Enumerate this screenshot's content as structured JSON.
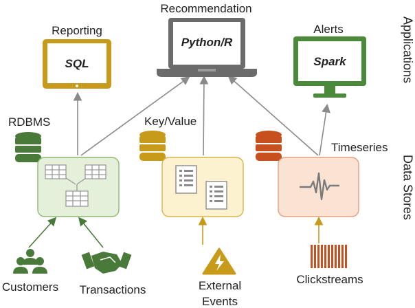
{
  "side_labels": {
    "applications": "Applications",
    "data_stores": "Data Stores"
  },
  "applications": [
    {
      "title": "Reporting",
      "screen_text": "SQL",
      "color": "#c89a1a"
    },
    {
      "title": "Recommendation",
      "screen_text": "Python/R",
      "color": "#6b6b6b"
    },
    {
      "title": "Alerts",
      "screen_text": "Spark",
      "color": "#4a8a3a"
    }
  ],
  "stores": [
    {
      "title": "RDBMS",
      "db_color": "#4a7a3a",
      "box_fill": "#e4f0da",
      "box_stroke": "#8fb874"
    },
    {
      "title": "Key/Value",
      "db_color": "#c89a1a",
      "box_fill": "#fdf2cf",
      "box_stroke": "#d8b44a"
    },
    {
      "title": "Timeseries",
      "db_color": "#c8501e",
      "box_fill": "#fbe3d4",
      "box_stroke": "#e2a07e"
    }
  ],
  "sources": [
    {
      "label": "Customers"
    },
    {
      "label": "Transactions"
    },
    {
      "label_line1": "External",
      "label_line2": "Events"
    },
    {
      "label": "Clickstreams"
    }
  ]
}
